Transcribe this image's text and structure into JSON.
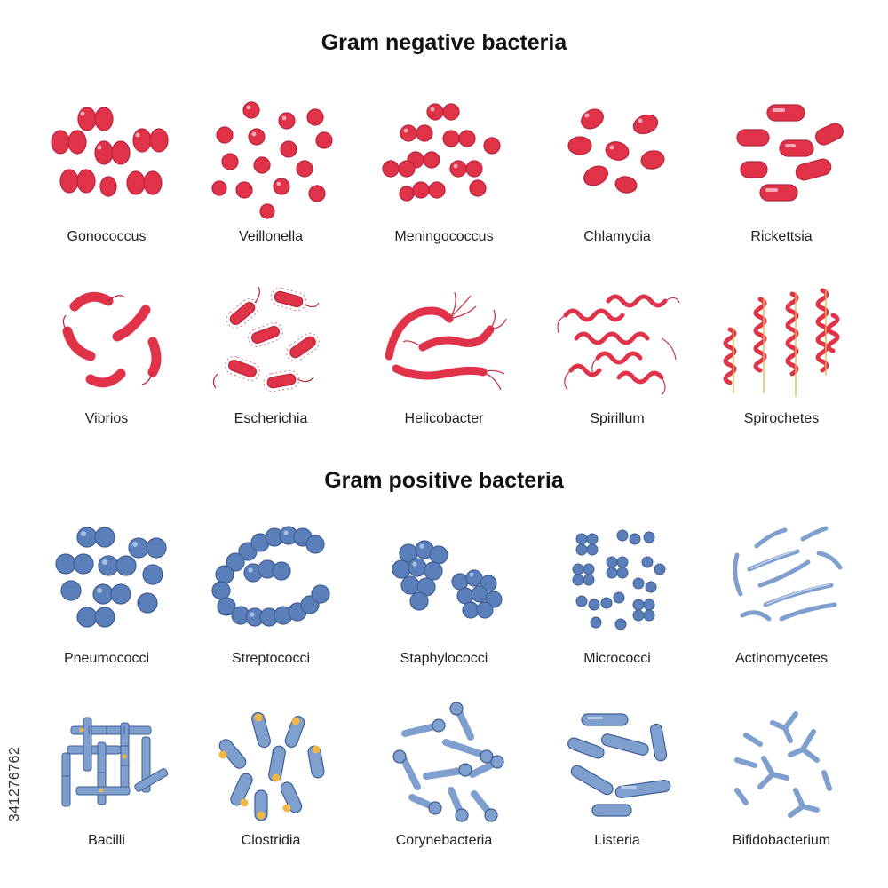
{
  "sections": [
    {
      "title": "Gram negative bacteria",
      "color": "#e0334a",
      "items": [
        {
          "label": "Gonococcus",
          "icon": "diplococci-cluster-icon"
        },
        {
          "label": "Veillonella",
          "icon": "cocci-scatter-icon"
        },
        {
          "label": "Meningococcus",
          "icon": "diplococci-group-icon"
        },
        {
          "label": "Chlamydia",
          "icon": "oval-cells-icon"
        },
        {
          "label": "Rickettsia",
          "icon": "short-rods-icon"
        },
        {
          "label": "Vibrios",
          "icon": "curved-rods-icon"
        },
        {
          "label": "Escherichia",
          "icon": "flagellated-rods-icon"
        },
        {
          "label": "Helicobacter",
          "icon": "spiral-flagellate-icon"
        },
        {
          "label": "Spirillum",
          "icon": "wavy-spirals-icon"
        },
        {
          "label": "Spirochetes",
          "icon": "coiled-spirals-icon"
        }
      ]
    },
    {
      "title": "Gram positive bacteria",
      "color": "#5b7fba",
      "items": [
        {
          "label": "Pneumococci",
          "icon": "cocci-pairs-icon"
        },
        {
          "label": "Streptococci",
          "icon": "cocci-chains-icon"
        },
        {
          "label": "Staphylococci",
          "icon": "grape-clusters-icon"
        },
        {
          "label": "Micrococci",
          "icon": "tetrad-cocci-icon"
        },
        {
          "label": "Actinomycetes",
          "icon": "thin-filaments-icon"
        },
        {
          "label": "Bacilli",
          "icon": "rod-chains-icon"
        },
        {
          "label": "Clostridia",
          "icon": "spore-rods-icon"
        },
        {
          "label": "Corynebacteria",
          "icon": "club-rods-icon"
        },
        {
          "label": "Listeria",
          "icon": "smooth-rods-icon"
        },
        {
          "label": "Bifidobacterium",
          "icon": "branched-rods-icon"
        }
      ]
    }
  ],
  "stock_id": "341276762"
}
